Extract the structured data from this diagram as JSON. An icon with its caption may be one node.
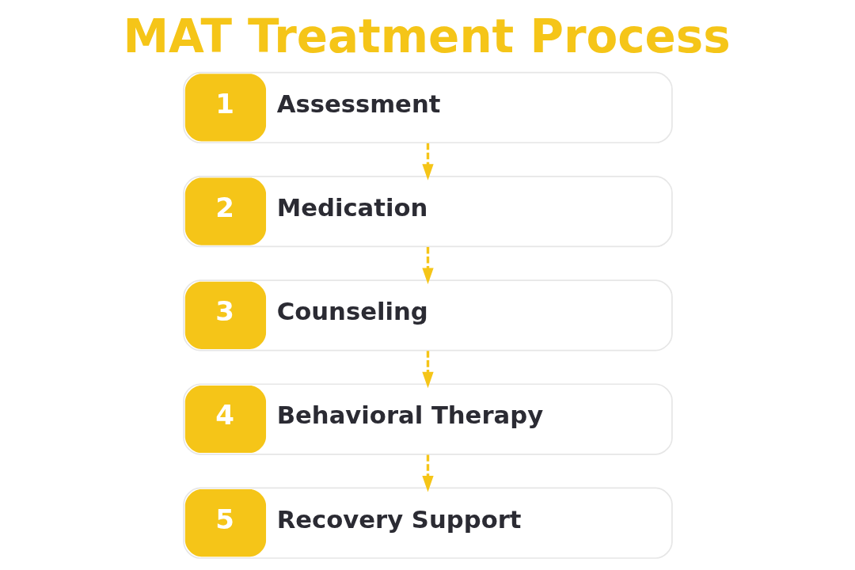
{
  "diagram": {
    "title": "MAT Treatment Process",
    "nodes": [
      {
        "text": [
          "1",
          "Assessment"
        ]
      },
      {
        "text": [
          "2",
          "Medication"
        ]
      },
      {
        "text": [
          "3",
          "Counseling"
        ]
      },
      {
        "text": [
          "4",
          "Behavioral Therapy"
        ]
      },
      {
        "text": [
          "5",
          "Recovery Support"
        ]
      }
    ],
    "edges": [
      {
        "from": 0,
        "to": 1,
        "arrow": "to",
        "style": "dashed"
      },
      {
        "from": 1,
        "to": 2,
        "arrow": "to",
        "style": "dashed"
      },
      {
        "from": 2,
        "to": 3,
        "arrow": "to",
        "style": "dashed"
      },
      {
        "from": 3,
        "to": 4,
        "arrow": "to",
        "style": "dashed"
      }
    ]
  }
}
